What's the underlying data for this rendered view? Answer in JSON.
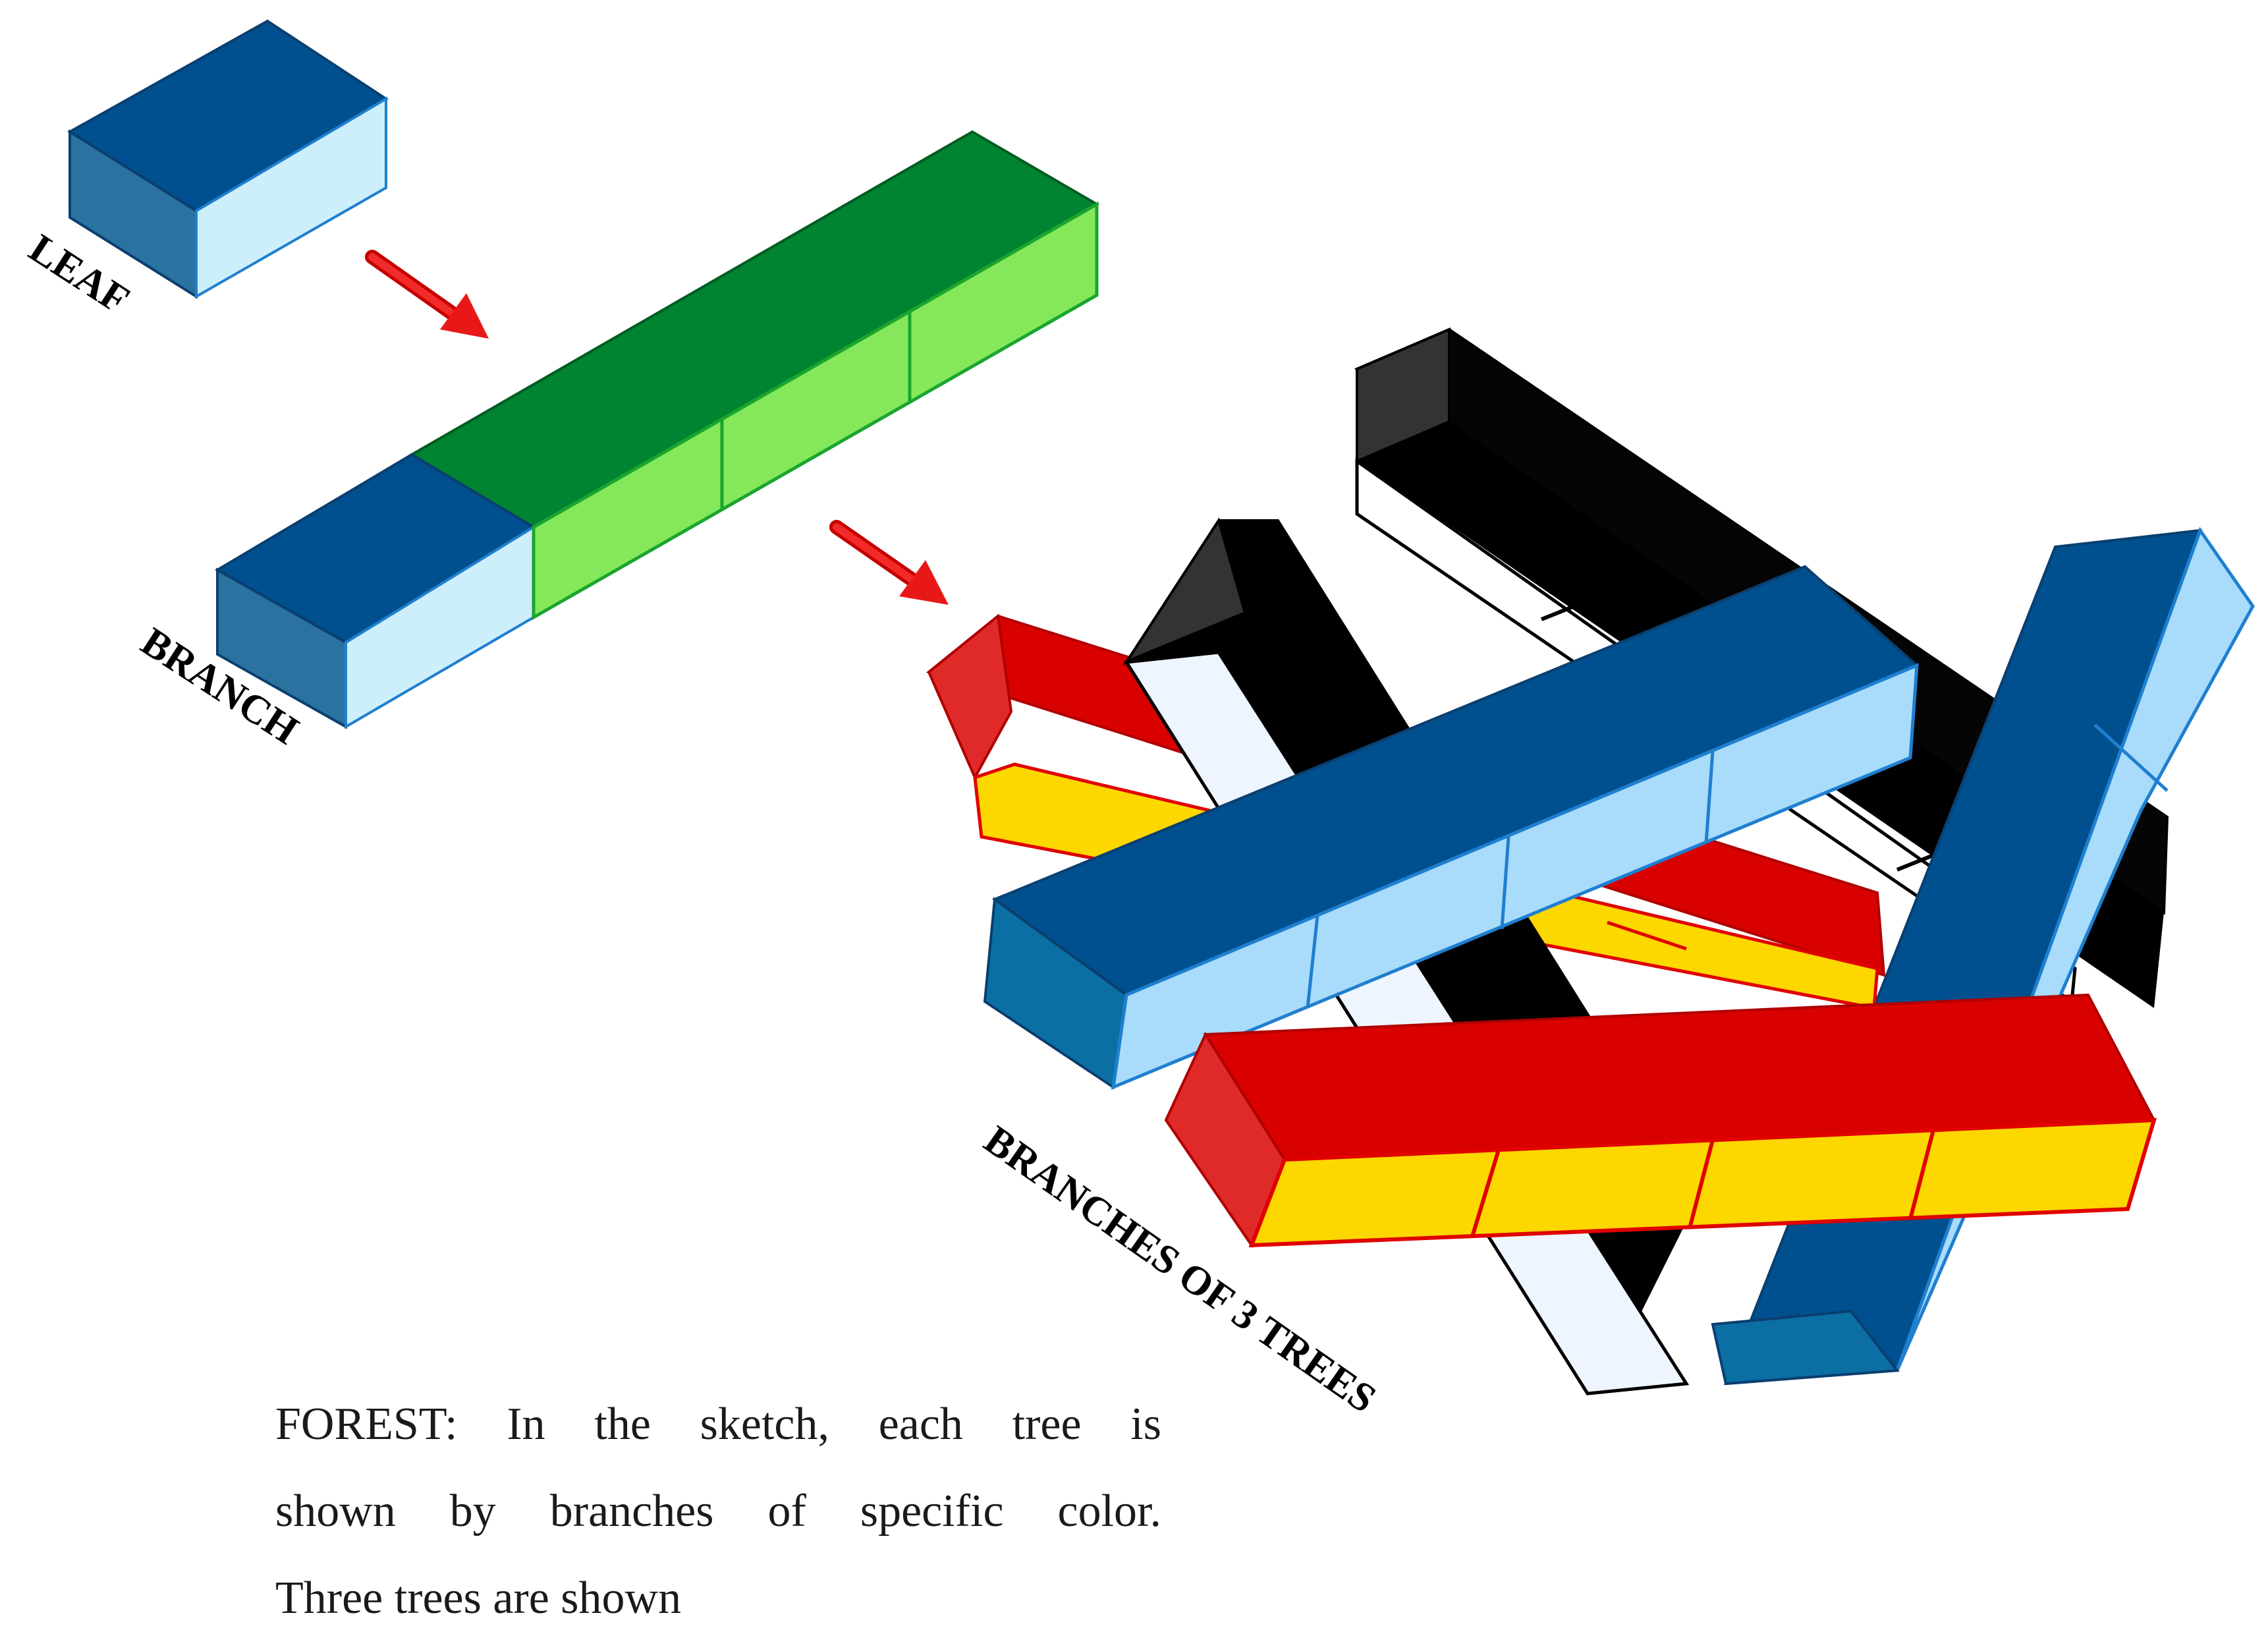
{
  "labels": {
    "leaf": "LEAF",
    "branch": "BRANCH",
    "branches": "BRANCHES OF 3 TREES"
  },
  "caption": {
    "line1": "FOREST: In the sketch, each tree is",
    "line2": "shown by branches of specific color.",
    "line3": "Three trees are shown"
  },
  "colors": {
    "blue_top": "#00508f",
    "blue_side": "#2a72a0",
    "blue_front": "#cdeffc",
    "green_top": "#008431",
    "green_front": "#85e85a",
    "red_top": "#d90000",
    "red_front": "#fdd700",
    "black_top": "#050505",
    "black_front": "#eef5fe",
    "arrow": "#e81818"
  },
  "icons": {
    "arrow": "red-arrow-icon"
  }
}
